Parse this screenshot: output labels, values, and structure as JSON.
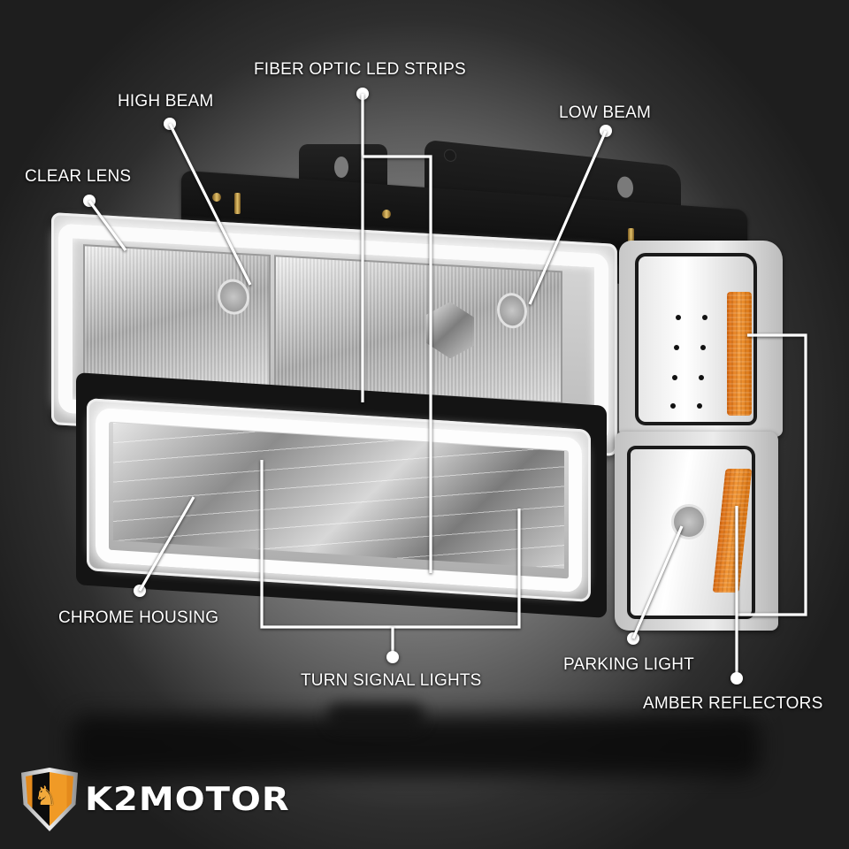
{
  "product": {
    "description": "Chrome headlight set with fiber optic LED strips, corner and parking lights"
  },
  "callouts": {
    "fiber_optic": "FIBER OPTIC LED STRIPS",
    "high_beam": "HIGH BEAM",
    "low_beam": "LOW BEAM",
    "clear_lens": "CLEAR LENS",
    "chrome_housing": "CHROME HOUSING",
    "turn_signal": "TURN SIGNAL LIGHTS",
    "parking_light": "PARKING LIGHT",
    "amber_reflectors": "AMBER REFLECTORS"
  },
  "brand": {
    "name": "K2MOTOR",
    "logo_icon": "griffin-shield-icon",
    "colors": {
      "orange": "#f09a26",
      "black": "#0c0c0c",
      "text": "#ffffff"
    }
  },
  "icons": {
    "griffin_glyph": "♞"
  },
  "colors": {
    "background_center": "#a9a9a9",
    "background_edge": "#1e1e1e",
    "amber": "#f39a3a",
    "callout_line": "#ffffff"
  }
}
